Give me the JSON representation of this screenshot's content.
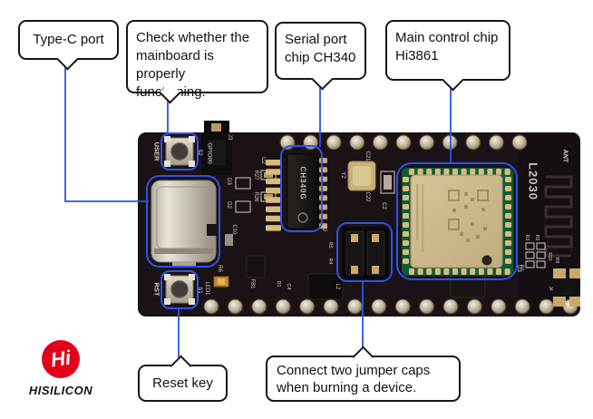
{
  "colors": {
    "annotation_blue": "#2b54e8",
    "callout_border": "#161616",
    "callout_bg": "#ffffff",
    "brand_red": "#e2001a",
    "pcb_dark": "#1b1216"
  },
  "callouts": {
    "type_c": "Type-C port",
    "mainboard_check": "Check whether the mainboard is properly functioning.",
    "serial_chip": "Serial port chip CH340",
    "main_chip": "Main control chip Hi3861",
    "reset_key": "Reset key",
    "jumper_caps": "Connect two jumper caps when burning a device."
  },
  "brand": {
    "symbol": "Hi",
    "name": "HISILICON"
  },
  "board": {
    "chips": {
      "ch340": "CH340G"
    },
    "silkscreen": {
      "user": "USER",
      "s2": "S2",
      "gpio09": "GPIO09",
      "j3": "J3",
      "rst": "RST",
      "s1": "S1",
      "led1": "LED1",
      "r6": "R6",
      "fb1": "FB1",
      "d3": "D3",
      "d2": "D2",
      "u2": "U2",
      "r27": "R27",
      "r26": "R26",
      "c10": "C10",
      "c21": "C21",
      "y2": "Y2",
      "c22": "C22",
      "c2": "C2",
      "j2": "J2",
      "r5": "R5",
      "r4": "R4",
      "l2": "L2",
      "c5": "C5",
      "d1": "D1",
      "c4": "C4",
      "u3": "U3",
      "date_code": "L2030",
      "ant": "ANT",
      "r3": "R3",
      "r9": "R9",
      "r7": "R7",
      "r10": "R10",
      "r8": "R8",
      "j4": "J4"
    }
  }
}
